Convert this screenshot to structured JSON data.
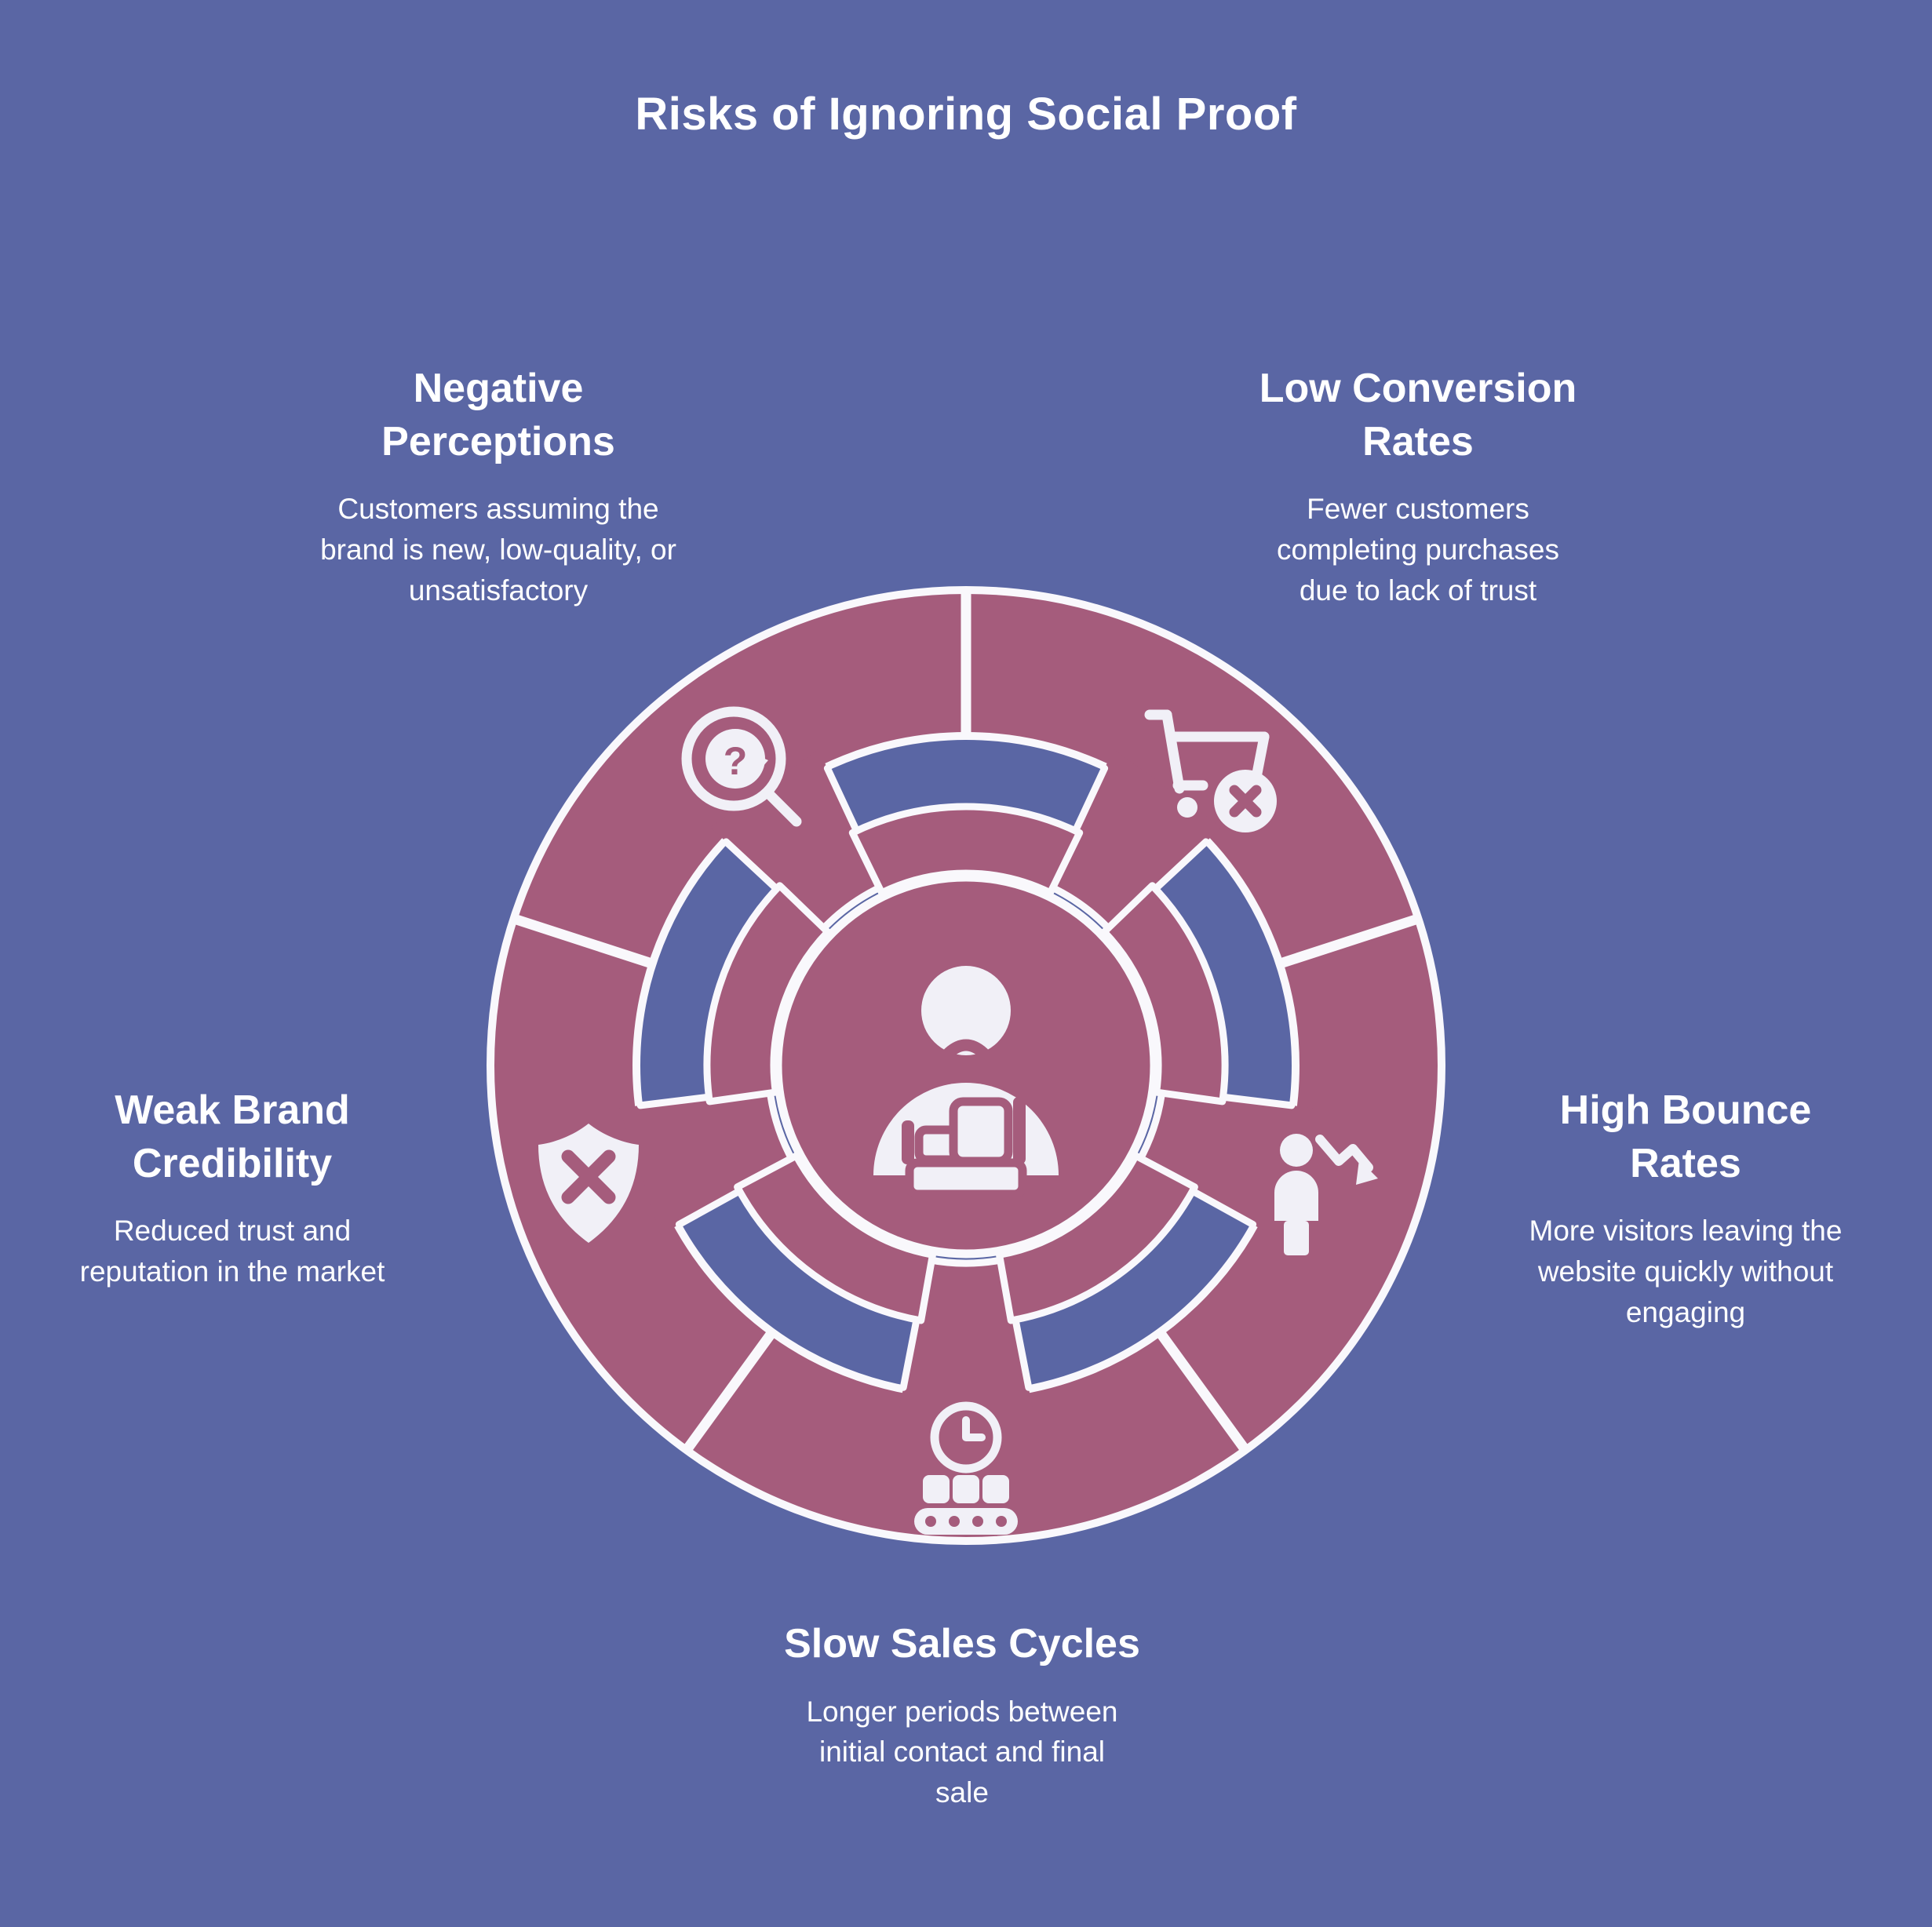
{
  "title": "Risks of Ignoring Social Proof",
  "colors": {
    "background": "#5A66A4",
    "wheel": "#A55C7C",
    "outline": "#F9F8FC",
    "icon": "#F1F0F7",
    "text": "#FFFFFF"
  },
  "glyphs": {
    "question_mark": "?"
  },
  "center": {
    "icon": "sad-customer-icon"
  },
  "sections": [
    {
      "id": "negative-perceptions",
      "heading": "Negative\nPerceptions",
      "body": "Customers assuming the\nbrand is new, low-quality, or\nunsatisfactory",
      "icon": "magnifier-question-head-icon"
    },
    {
      "id": "low-conversion-rates",
      "heading": "Low Conversion\nRates",
      "body": "Fewer customers\ncompleting purchases\ndue to lack of trust",
      "icon": "cart-cancel-icon"
    },
    {
      "id": "high-bounce-rates",
      "heading": "High Bounce\nRates",
      "body": "More visitors leaving the\nwebsite quickly without\nengaging",
      "icon": "visitor-decline-icon"
    },
    {
      "id": "slow-sales-cycles",
      "heading": "Slow Sales Cycles",
      "body": "Longer periods between\ninitial contact and final\nsale",
      "icon": "clock-conveyor-icon"
    },
    {
      "id": "weak-brand-credibility",
      "heading": "Weak Brand\nCredibility",
      "body": "Reduced trust and\nreputation in the market",
      "icon": "shield-cross-icon"
    }
  ]
}
